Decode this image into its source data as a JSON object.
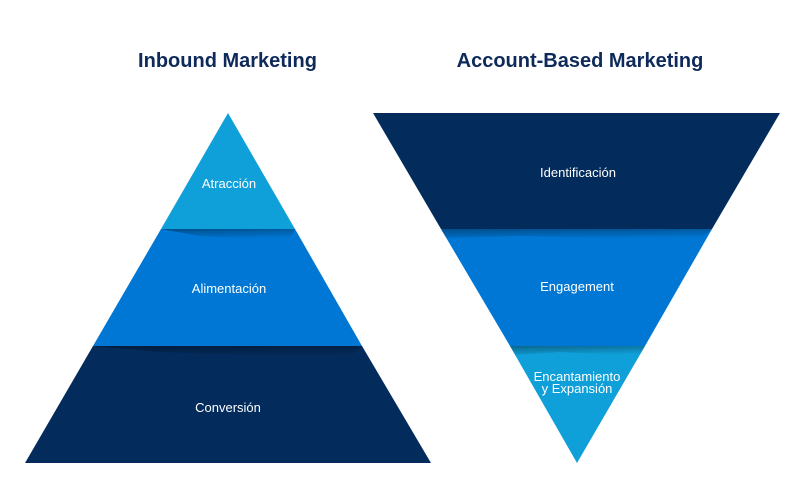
{
  "colors": {
    "light": "#0f9fd9",
    "mid": "#0077d4",
    "dark": "#032b5c",
    "title": "#0e2a5a"
  },
  "inbound": {
    "title": "Inbound Marketing",
    "levels": [
      "Atracción",
      "Alimentación",
      "Conversión"
    ]
  },
  "abm": {
    "title": "Account-Based Marketing",
    "levels": [
      "Identificación",
      "Engagement"
    ],
    "last_level_line1": "Encantamiento",
    "last_level_line2": "y Expansión"
  }
}
